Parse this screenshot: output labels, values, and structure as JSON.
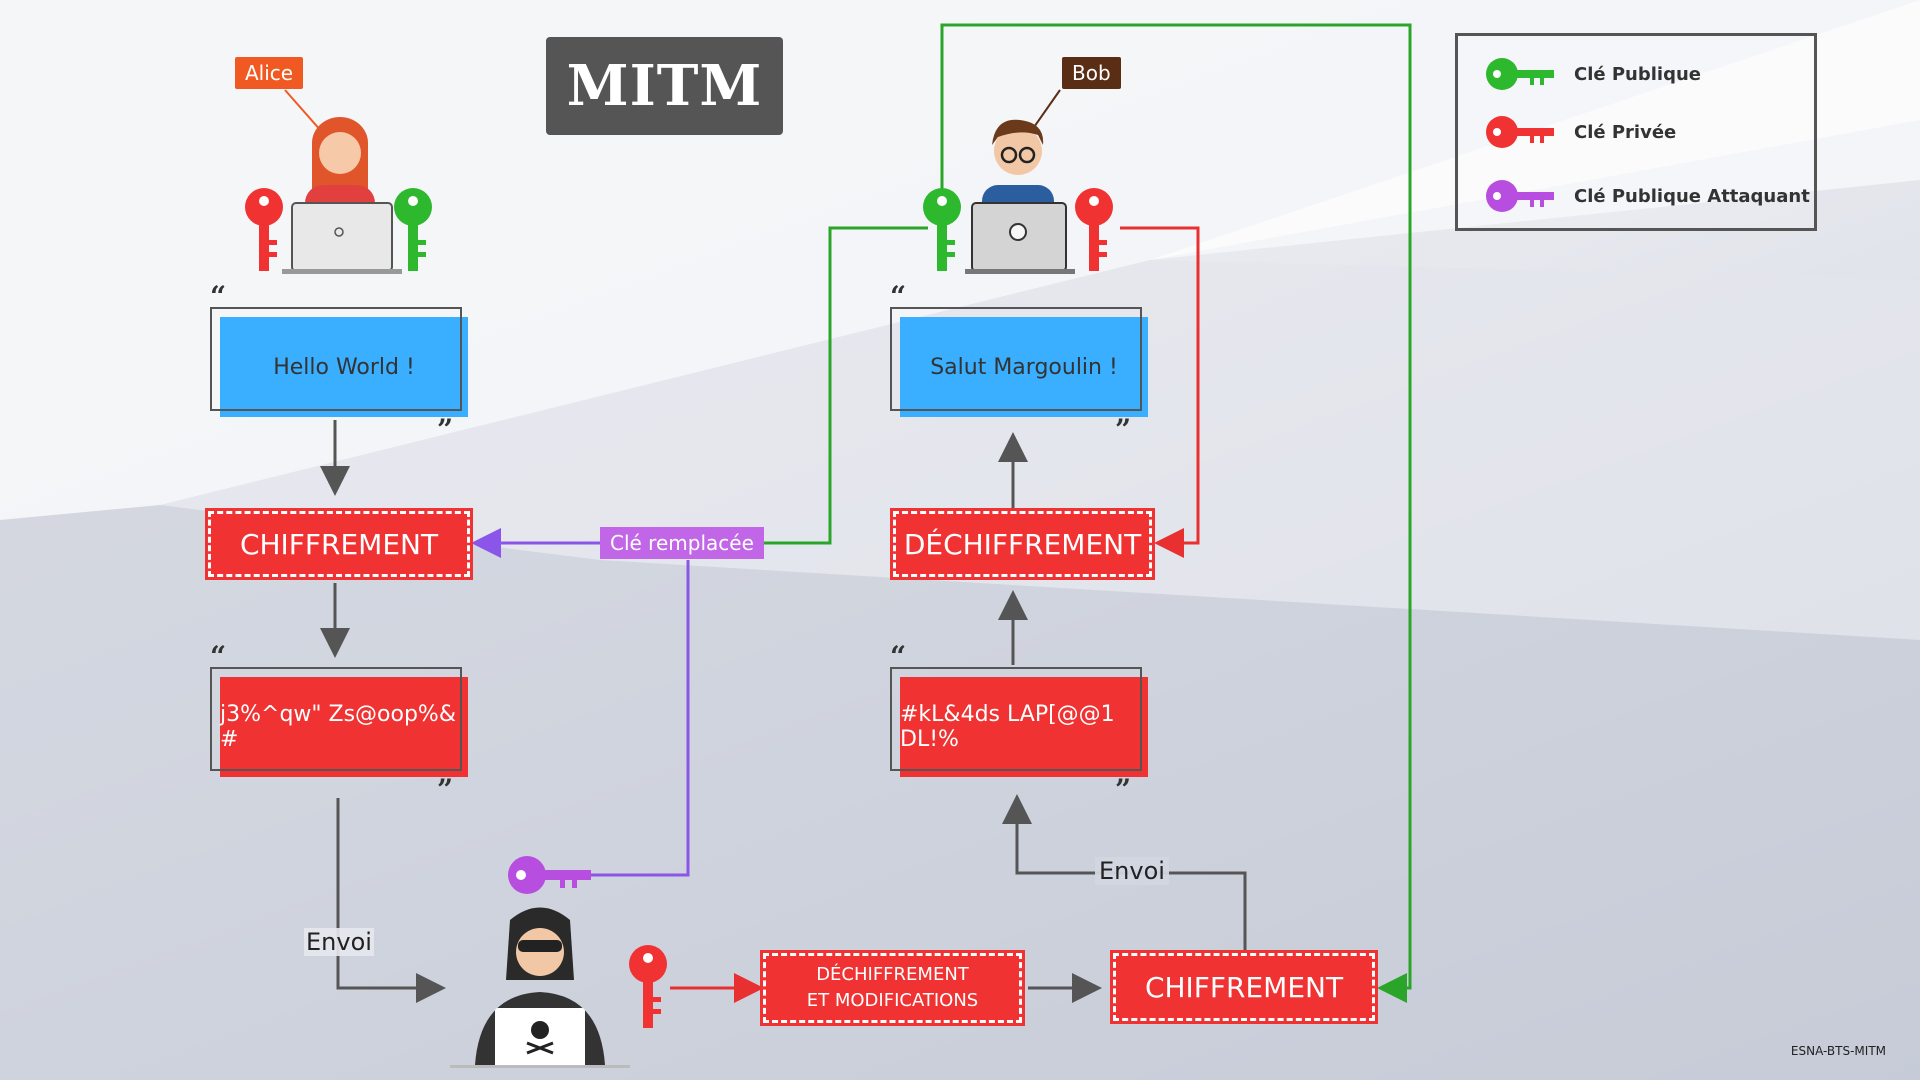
{
  "title": "MITM",
  "people": {
    "alice": "Alice",
    "bob": "Bob"
  },
  "messages": {
    "alice_plain": "Hello World !",
    "alice_cipher": "j3%^qw\" Zs@oop%& #",
    "bob_plain": "Salut Margoulin !",
    "bob_cipher": "#kL&4ds LAP[@@1 DL!%"
  },
  "operations": {
    "alice_encrypt": "CHIFFREMENT",
    "bob_decrypt": "DÉCHIFFREMENT",
    "attacker_decrypt_line1": "DÉCHIFFREMENT",
    "attacker_decrypt_line2": "ET MODIFICATIONS",
    "attacker_encrypt": "CHIFFREMENT"
  },
  "labels": {
    "key_replaced": "Clé remplacée",
    "send_left": "Envoi",
    "send_right": "Envoi"
  },
  "legend": {
    "items": [
      {
        "label": "Clé Publique",
        "color": "#2db82d",
        "icon": "public-key-icon"
      },
      {
        "label": "Clé Privée",
        "color": "#f03232",
        "icon": "private-key-icon"
      },
      {
        "label": "Clé Publique Attaquant",
        "color": "#b84ee0",
        "icon": "attacker-key-icon"
      }
    ]
  },
  "colors": {
    "public_key": "#2db82d",
    "private_key": "#f03232",
    "attacker_key": "#b84ee0",
    "message_blue": "#3aaeff",
    "op_red": "#f03232"
  },
  "footer": "ESNA-BTS-MITM"
}
